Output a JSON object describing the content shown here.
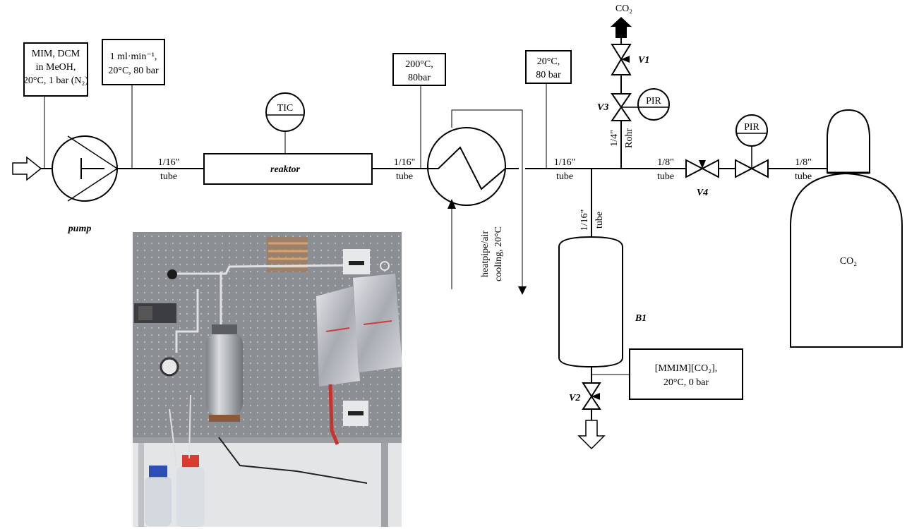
{
  "labels": {
    "feed_box": [
      "MIM, DCM",
      "in MeOH,",
      "20°C, 1 bar (N₂)"
    ],
    "pump_cond_box": [
      "1 ml·min⁻¹,",
      "20°C, 80 bar"
    ],
    "hx_in_box": [
      "200°C,",
      "80bar"
    ],
    "hx_out_box": [
      "20°C,",
      "80 bar"
    ],
    "product_box": [
      "[MMIM][CO₂],",
      "20°C, 0 bar"
    ],
    "pump": "pump",
    "reactor": "reaktor",
    "tic": "TIC",
    "pir1": "PIR",
    "pir2": "PIR",
    "v1": "V1",
    "v2": "V2",
    "v3": "V3",
    "v4": "V4",
    "b1": "B1",
    "co2_top": "CO₂",
    "co2_tank": "CO₂",
    "tube_1": [
      "1/16\"",
      "tube"
    ],
    "tube_2": [
      "1/16\"",
      "tube"
    ],
    "tube_3": [
      "1/16\"",
      "tube"
    ],
    "tube_4": [
      "1/8\"",
      "tube"
    ],
    "tube_5": [
      "1/8\"",
      "tube"
    ],
    "tube_vertical": [
      "1/16\"",
      "tube"
    ],
    "rohr": [
      "1/4\"",
      "Rohr"
    ],
    "heatpipe": [
      "heatpipe/air",
      "cooling, 20°C"
    ]
  },
  "colors": {
    "line": "#000000",
    "photo_panel": "#8a8d90",
    "photo_dots": "#b8bbbe",
    "foil": "#c9ccd2",
    "cylinder": "#a9acb0",
    "floor": "#e6e8ea"
  }
}
